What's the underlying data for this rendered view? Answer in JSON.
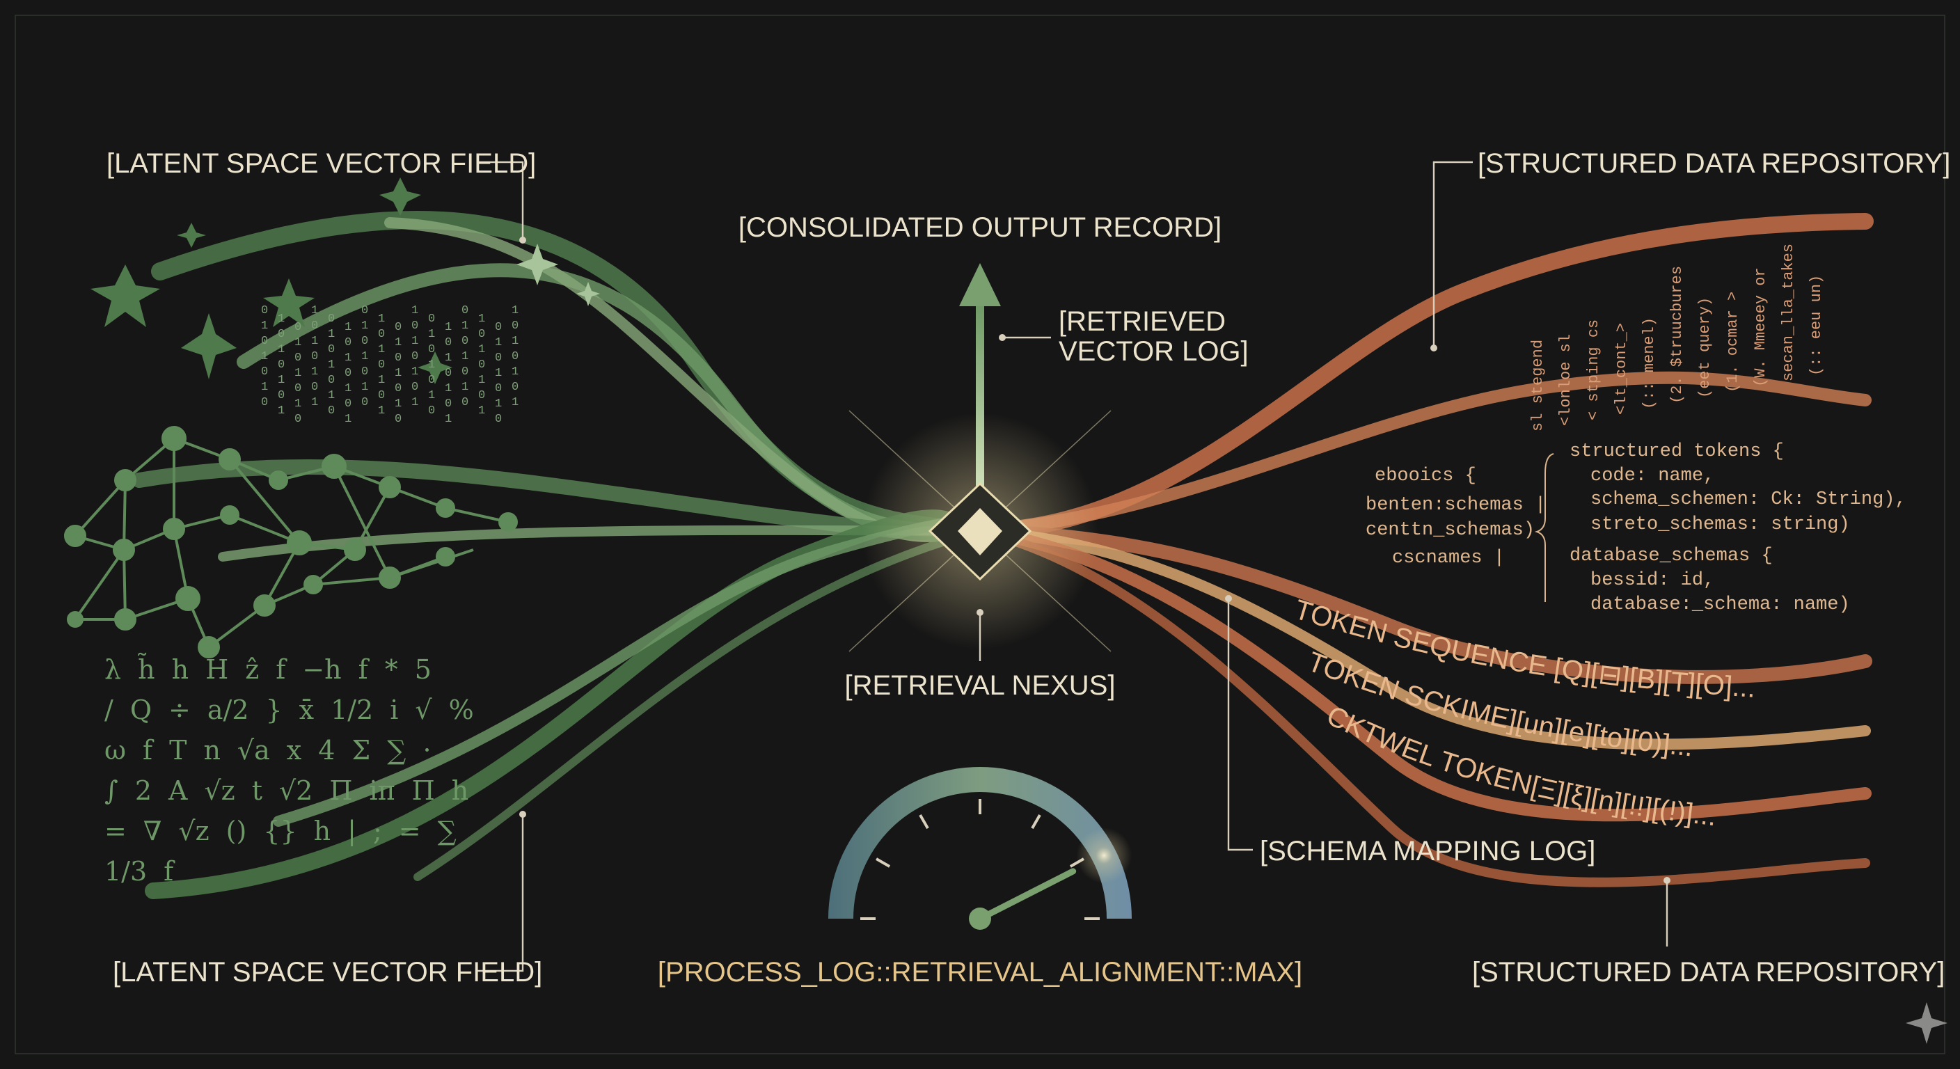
{
  "labels": {
    "latent_top": "[LATENT SPACE VECTOR FIELD]",
    "latent_bottom": "[LATENT SPACE VECTOR FIELD]",
    "consolidated": "[CONSOLIDATED OUTPUT RECORD]",
    "retrieved_line1": "[RETRIEVED",
    "retrieved_line2": "VECTOR LOG]",
    "structured_top": "[STRUCTURED DATA REPOSITORY]",
    "structured_bottom": "[STRUCTURED DATA REPOSITORY]",
    "nexus": "[RETRIEVAL NEXUS]",
    "schema_log": "[SCHEMA MAPPING LOG]",
    "process_log": "[PROCESS_LOG::RETRIEVAL_ALIGNMENT::MAX]"
  },
  "code_block": {
    "lines": [
      "structured tokens {",
      "  code: name,",
      "  schema_schemen: Ck: String),",
      "  streto_schemas: string)",
      "database_schemas {",
      "  bessid: id,",
      "  database:_schema: name)"
    ],
    "left_lines": [
      "ebooics {",
      "benten:schemas |",
      "centtn_schemas)",
      "cscnames |"
    ]
  },
  "token_rows": [
    "TOKEN SEQUENCE [Q][⊟][B][T][O]...",
    "TOKEN SCKIME][un][e][to][0)]...",
    "CKTWEL TOKEN[Ξ][ξ][n][!!][(!)]..."
  ],
  "vertical_code": [
    "sl stegend",
    "<lonloe sl",
    "< stping cs",
    "<lt_cont_>",
    "(:: menel)",
    "(2. $truucbures",
    "(eet query)",
    "(1. ocmar >",
    "(W. Mmeeey or",
    "secan_lla_takes",
    "(:: eeu un)"
  ],
  "math_symbols": [
    "λ",
    "h̃",
    "h",
    "H",
    "ẑ",
    "f",
    "−h",
    "f",
    "*",
    "5",
    "/",
    "Q",
    "÷",
    "a/2",
    "}",
    "x̄",
    "1/2",
    "i",
    "√",
    "%",
    "ω",
    "f",
    "T",
    "n",
    "√a",
    "x",
    "4",
    "Σ",
    "∑",
    "·",
    "∫",
    "2",
    "A",
    "√z",
    "t",
    "√2",
    "Π",
    "iπ",
    "Π",
    "h",
    "=",
    "∇",
    "√z",
    "()",
    "{}",
    "h",
    "|",
    ";",
    "=",
    "∑",
    "1/3",
    "f"
  ],
  "gauge": {
    "value": 0.85,
    "label": "MAX"
  },
  "colors": {
    "background": "#141414",
    "green": "#5f8a5a",
    "orange": "#c8714a",
    "gold": "#e6c58a",
    "label": "#ece3cc"
  }
}
